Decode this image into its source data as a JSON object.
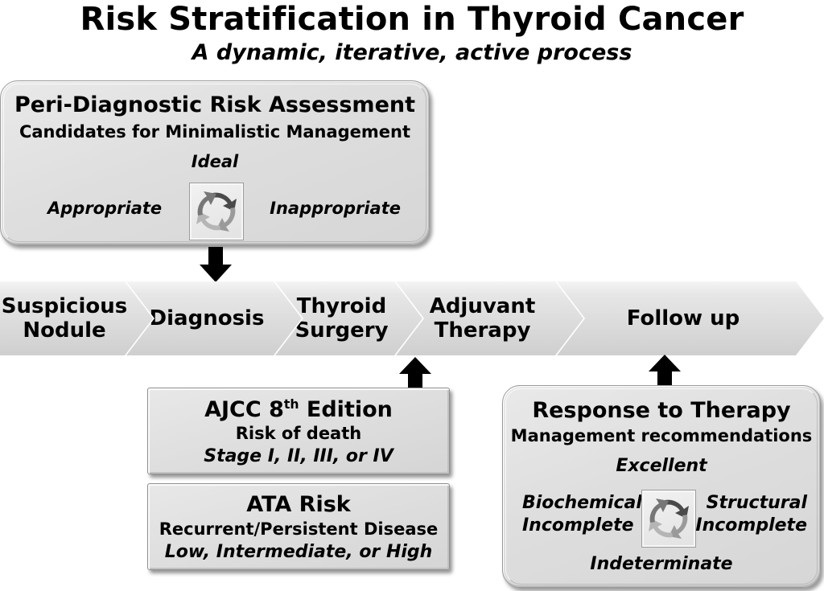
{
  "title": {
    "main": "Risk Stratification in Thyroid Cancer",
    "subtitle": "A dynamic, iterative, active process"
  },
  "peri_diagnostic": {
    "heading": "Peri-Diagnostic Risk Assessment",
    "subheading": "Candidates for Minimalistic Management",
    "top_label": "Ideal",
    "left_label": "Appropriate",
    "right_label": "Inappropriate",
    "icon": "cycle-arrows-icon"
  },
  "process": {
    "steps": [
      {
        "label": "Suspicious\nNodule"
      },
      {
        "label": "Diagnosis"
      },
      {
        "label": "Thyroid\nSurgery"
      },
      {
        "label": "Adjuvant\nTherapy"
      },
      {
        "label": "Follow up"
      }
    ]
  },
  "ajcc": {
    "heading_prefix": "AJCC 8",
    "heading_sup": "th",
    "heading_suffix": " Edition",
    "line2": "Risk of death",
    "line3": "Stage I, II, III, or IV"
  },
  "ata": {
    "heading": "ATA Risk",
    "line2": "Recurrent/Persistent Disease",
    "line3": "Low, Intermediate, or High"
  },
  "response": {
    "heading": "Response to Therapy",
    "subheading": "Management recommendations",
    "top_label": "Excellent",
    "left_label": "Biochemical\nIncomplete",
    "right_label": "Structural\nIncomplete",
    "bottom_label": "Indeterminate",
    "icon": "cycle-arrows-icon"
  },
  "connectors": {
    "assessment_to_process": "arrow-down-icon",
    "ajcc_to_surgery": "arrow-up-icon",
    "response_to_followup": "arrow-up-icon"
  },
  "colors": {
    "background": "#ffffff",
    "panel_fill": "#dedede",
    "panel_border": "#9a9a9a",
    "text": "#000000",
    "arrow": "#000000"
  }
}
